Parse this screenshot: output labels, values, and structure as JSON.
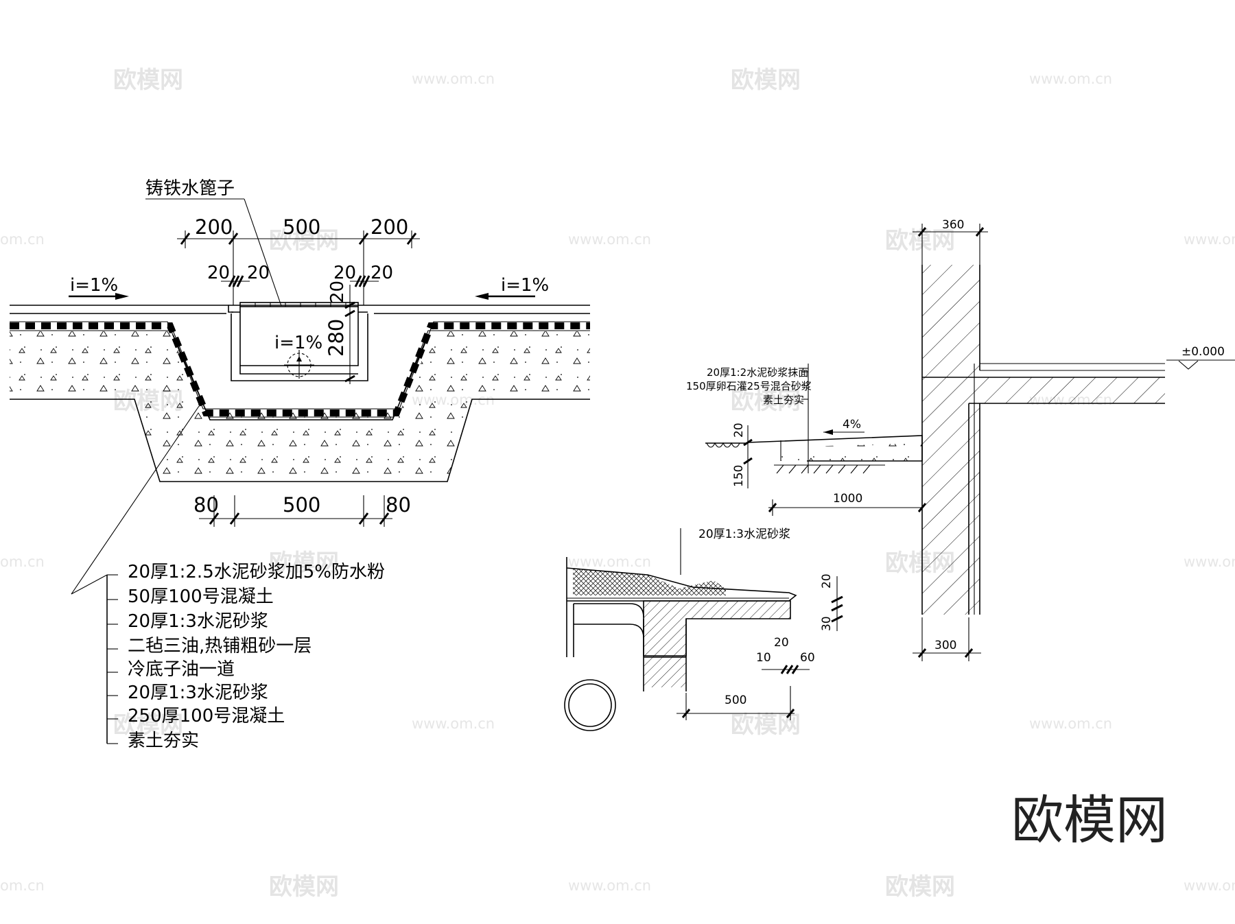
{
  "watermark": {
    "brand": "欧模网",
    "url": "www.om.cn",
    "url_short": "om.cn"
  },
  "logo": {
    "text": "欧模网"
  },
  "trench": {
    "grate_label": "铸铁水篦子",
    "dims_top": [
      "200",
      "500",
      "200"
    ],
    "dims_mid": [
      "20",
      "20",
      "20",
      "20"
    ],
    "slope_left": "i=1%",
    "slope_right": "i=1%",
    "inner_slope": "i=1%",
    "dim_20": "20",
    "dim_280": "280",
    "dims_bottom": [
      "80",
      "500",
      "80"
    ],
    "layers": [
      "20厚1:2.5水泥砂浆加5%防水粉",
      "50厚100号混凝土",
      "20厚1:3水泥砂浆",
      "二毡三油,热铺粗砂一层",
      "冷底子油一道",
      "20厚1:3水泥砂浆",
      "250厚100号混凝土",
      "素土夯实"
    ]
  },
  "apron": {
    "layers": [
      "20厚1:2水泥砂浆抹面",
      "150厚卵石灌25号混合砂浆",
      "素土夯实"
    ],
    "slope": "4%",
    "dim_20": "20",
    "dim_150": "150",
    "dim_1000": "1000"
  },
  "wall": {
    "dim_top": "360",
    "dim_bottom": "300",
    "level": "±0.000"
  },
  "eave": {
    "label": "20厚1:3水泥砂浆",
    "dim_20": "20",
    "dim_30": "30",
    "dim_20b": "20",
    "dim_10": "10",
    "dim_60": "60",
    "dim_500": "500"
  }
}
